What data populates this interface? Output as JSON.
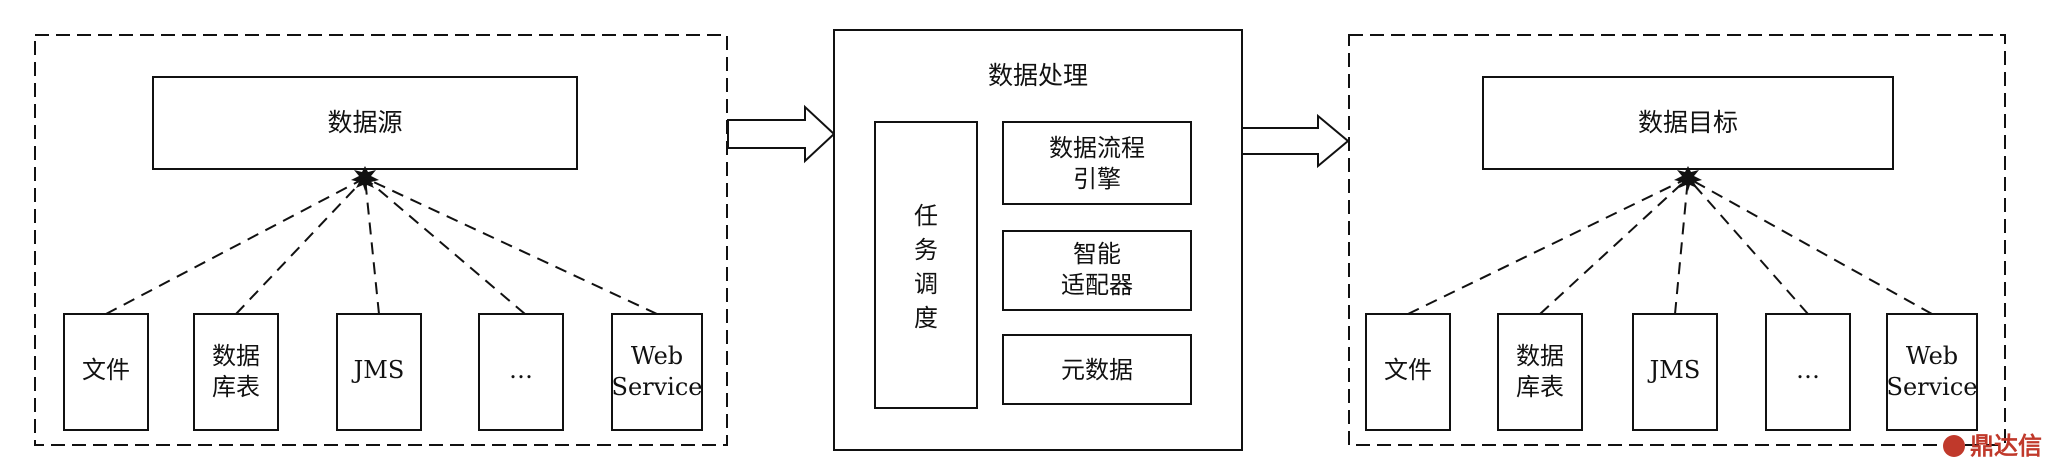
{
  "source_group": {
    "title": "数据源",
    "items": [
      {
        "lines": [
          "文件"
        ]
      },
      {
        "lines": [
          "数据",
          "库表"
        ]
      },
      {
        "lines": [
          "JMS"
        ]
      },
      {
        "lines": [
          "…"
        ]
      },
      {
        "lines": [
          "Web",
          "Service"
        ]
      }
    ]
  },
  "processing": {
    "title": "数据处理",
    "scheduler_chars": [
      "任",
      "务",
      "调",
      "度"
    ],
    "modules": [
      {
        "lines": [
          "数据流程",
          "引擎"
        ]
      },
      {
        "lines": [
          "智能",
          "适配器"
        ]
      },
      {
        "lines": [
          "元数据"
        ]
      }
    ]
  },
  "target_group": {
    "title": "数据目标",
    "items": [
      {
        "lines": [
          "文件"
        ]
      },
      {
        "lines": [
          "数据",
          "库表"
        ]
      },
      {
        "lines": [
          "JMS"
        ]
      },
      {
        "lines": [
          "…"
        ]
      },
      {
        "lines": [
          "Web",
          "Service"
        ]
      }
    ]
  },
  "watermark": {
    "text": "鼎达信"
  },
  "colors": {
    "stroke": "#111111",
    "watermark": "#c0392b"
  }
}
